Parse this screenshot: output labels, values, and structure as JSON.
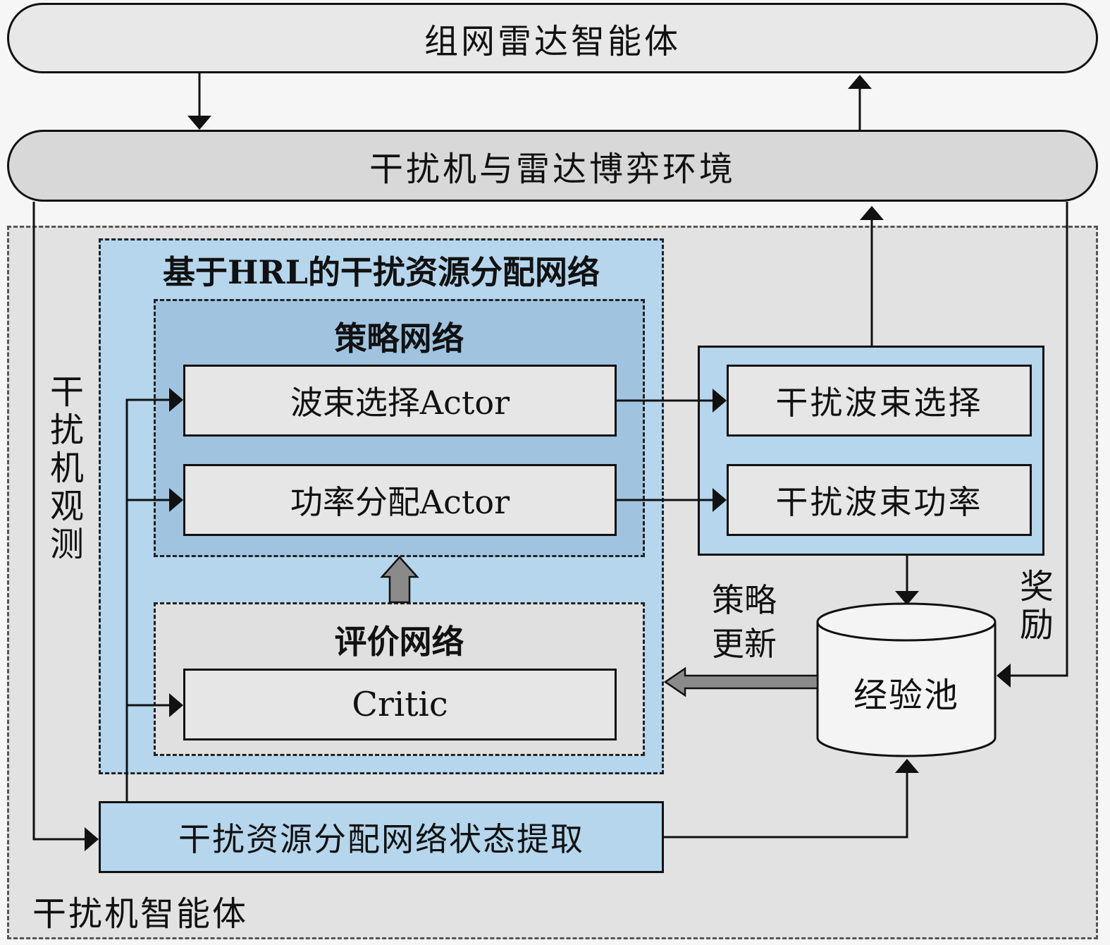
{
  "radar_agent": "组网雷达智能体",
  "game_env": "干扰机与雷达博弈环境",
  "jammer_agent": "干扰机智能体",
  "hrl_network": {
    "title": "基于HRL的干扰资源分配网络",
    "policy_network": {
      "title": "策略网络",
      "beam_actor": "波束选择Actor",
      "power_actor": "功率分配Actor"
    },
    "critic_network": {
      "title": "评价网络",
      "critic": "Critic"
    }
  },
  "actions": {
    "beam_selection": "干扰波束选择",
    "beam_power": "干扰波束功率"
  },
  "experience_pool": "经验池",
  "state_extraction": "干扰资源分配网络状态提取",
  "labels": {
    "observation": "干扰机观测",
    "policy_update": "策略更新",
    "reward": "奖励"
  },
  "colors": {
    "outer_pill": "#e8e8e8",
    "env_pill": "#d8d8d8",
    "jammer_region": "#e2e2e2",
    "hrl_fill": "#b5d6ec",
    "policy_fill": "#a0c4df",
    "critic_fill": "#e0e0e0",
    "box_fill": "#e6e6e6",
    "gray_arrow": "#8a8a8a"
  }
}
